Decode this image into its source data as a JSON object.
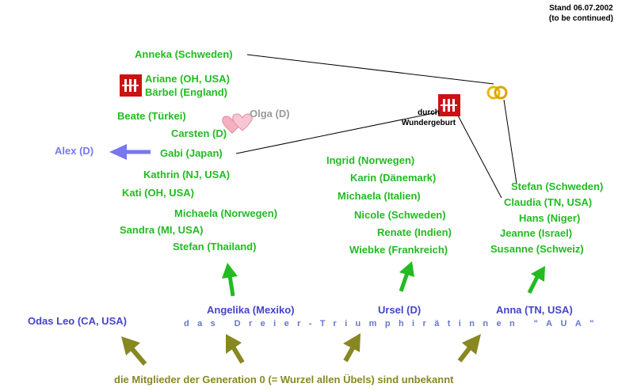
{
  "stand": {
    "date": "Stand 06.07.2002",
    "note": "(to be continued)"
  },
  "durch": {
    "line1": "durch",
    "line2": "Wundergeburt"
  },
  "left_group": {
    "anneka": "Anneka (Schweden)",
    "ariane": "Ariane (OH, USA)",
    "baerbel": "Bärbel (England)",
    "beate": "Beate (Türkei)",
    "olga": "Olga (D)",
    "carsten": "Carsten (D)",
    "gabi": "Gabi (Japan)",
    "alex": "Alex (D)",
    "kathrin": "Kathrin (NJ, USA)",
    "kati": "Kati (OH, USA)",
    "michaela": "Michaela (Norwegen)",
    "sandra": "Sandra (MI, USA)",
    "stefan": "Stefan (Thailand)"
  },
  "middle_group": {
    "ingrid": "Ingrid (Norwegen)",
    "karin": "Karin (Dänemark)",
    "michaela": "Michaela (Italien)",
    "nicole": "Nicole (Schweden)",
    "renate": "Renate (Indien)",
    "wiebke": "Wiebke (Frankreich)"
  },
  "right_group": {
    "stefan": "Stefan (Schweden)",
    "claudia": "Claudia (TN, USA)",
    "hans": "Hans (Niger)",
    "jeanne": "Jeanne (Israel)",
    "susanne": "Susanne (Schweiz)"
  },
  "generation1": {
    "odas": "Odas Leo (CA, USA)",
    "angelika": "Angelika (Mexiko)",
    "ursel": "Ursel (D)",
    "anna": "Anna (TN, USA)",
    "trio": "das Dreier-Triumphirätinnen \"AUA\""
  },
  "footer": "die Mitglieder der Generation 0 (= Wurzel allen Übels) sind unbekannt",
  "colors": {
    "green": "#22bb22",
    "blue": "#4444cc",
    "olive": "#888822",
    "gray": "#999999",
    "alex": "#7777ee",
    "logo_red": "#cc1111",
    "ring_gold": "#e8b800",
    "heart_pink": "#f4b0c0"
  },
  "icons": [
    "zwilling-logo-icon",
    "wedding-rings-icon",
    "hearts-icon",
    "arrow-icon"
  ]
}
